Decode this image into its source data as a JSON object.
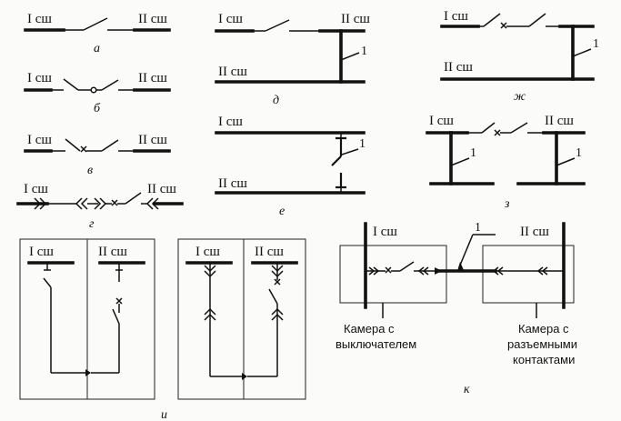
{
  "labels": {
    "bus1": "I сш",
    "bus2": "II сш",
    "bus1_upper": "I сш",
    "bus2_upper": "II сш",
    "item": "1"
  },
  "captions": {
    "a": "а",
    "b": "б",
    "v": "в",
    "g": "г",
    "d": "д",
    "e": "е",
    "zh": "ж",
    "z": "з",
    "i": "и",
    "k": "к"
  },
  "notes": {
    "chamber_breaker": [
      "Камера с",
      "выключателем"
    ],
    "chamber_contacts": [
      "Камера с",
      "разъемными",
      "контактами"
    ]
  }
}
